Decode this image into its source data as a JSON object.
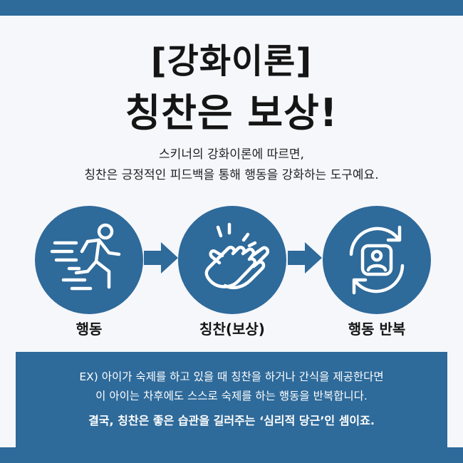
{
  "header": {
    "title_line1": "[강화이론]",
    "title_line2": "칭찬은 보상!"
  },
  "description": {
    "line1": "스키너의 강화이론에 따르면,",
    "line2": "칭찬은 긍정적인 피드백을 통해 행동을 강화하는 도구예요."
  },
  "steps": [
    {
      "label": "행동",
      "icon": "running-person-icon"
    },
    {
      "label": "칭찬(보상)",
      "icon": "clapping-hands-icon"
    },
    {
      "label": "행동 반복",
      "icon": "repeat-user-icon"
    }
  ],
  "example": {
    "line1": "EX) 아이가 숙제를 하고 있을 때 칭찬을 하거나 간식을 제공한다면",
    "line2": "이 아이는 차후에도 스스로 숙제를 하는 행동을 반복합니다.",
    "line3": "결국, 칭찬은 좋은 습관을 길러주는 ‘심리적 당근’인 셈이죠."
  },
  "colors": {
    "accent": "#2e6a9a",
    "background": "#f6f7fb",
    "text": "#151515"
  }
}
